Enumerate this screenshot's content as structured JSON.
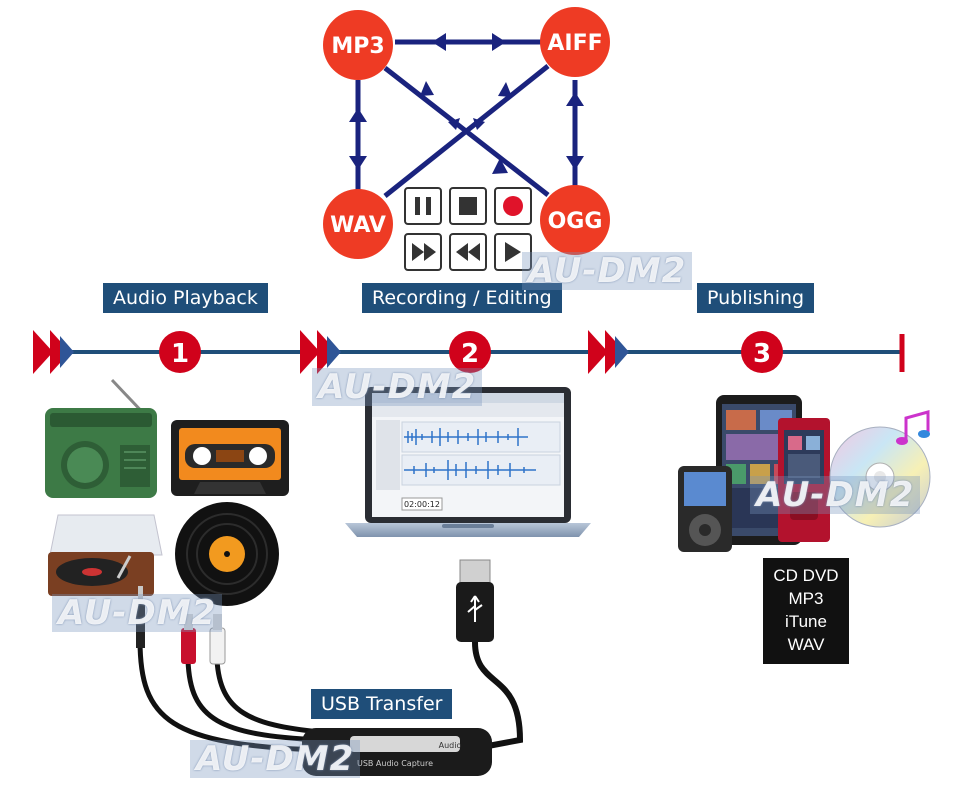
{
  "formats": {
    "mp3": "MP3",
    "aiff": "AIFF",
    "wav": "WAV",
    "ogg": "OGG",
    "color": "#ee3b24"
  },
  "controls": [
    "pause-icon",
    "stop-icon",
    "record-icon",
    "fast-forward-icon",
    "rewind-icon",
    "play-icon"
  ],
  "steps": [
    {
      "number": "1",
      "label": "Audio Playback"
    },
    {
      "number": "2",
      "label": "Recording / Editing"
    },
    {
      "number": "3",
      "label": "Publishing"
    }
  ],
  "transfer_label": "USB Transfer",
  "output_formats": [
    "CD DVD",
    "MP3",
    "iTune",
    "WAV"
  ],
  "watermark": "AU-DM2",
  "device_label": "USB Audio Capture",
  "device_port_label": "Audio",
  "counter": "02:00:12",
  "colors": {
    "timeline": "#1f4e79",
    "timeline_red": "#d0021b",
    "label_box": "#1f4e79",
    "arrow_blue": "#1a237e"
  }
}
